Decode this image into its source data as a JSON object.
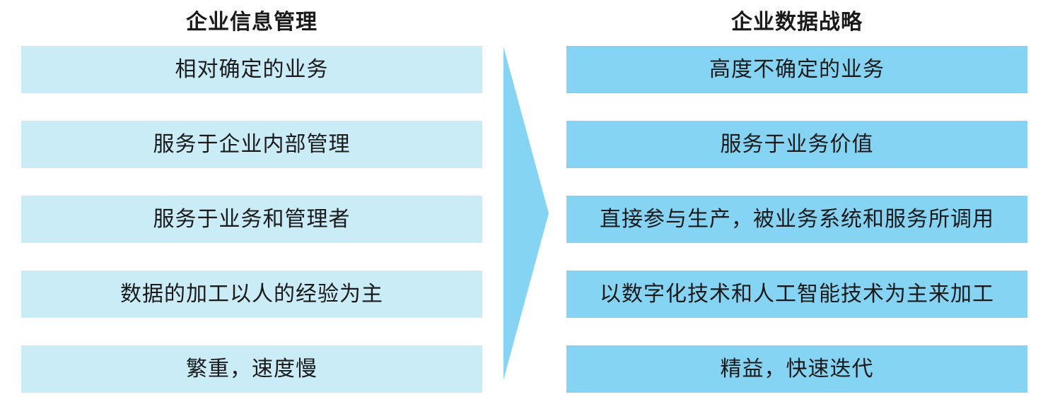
{
  "columns": [
    {
      "title": "企业信息管理",
      "items": [
        "相对确定的业务",
        "服务于企业内部管理",
        "服务于业务和管理者",
        "数据的加工以人的经验为主",
        "繁重，速度慢"
      ]
    },
    {
      "title": "企业数据战略",
      "items": [
        "高度不确定的业务",
        "服务于业务价值",
        "直接参与生产，被业务系统和服务所调用",
        "以数字化技术和人工智能技术为主来加工",
        "精益，快速迭代"
      ]
    }
  ],
  "colors": {
    "left_box": "#c9ecf7",
    "right_box": "#86d4f4",
    "arrow": "#86d4f4"
  }
}
